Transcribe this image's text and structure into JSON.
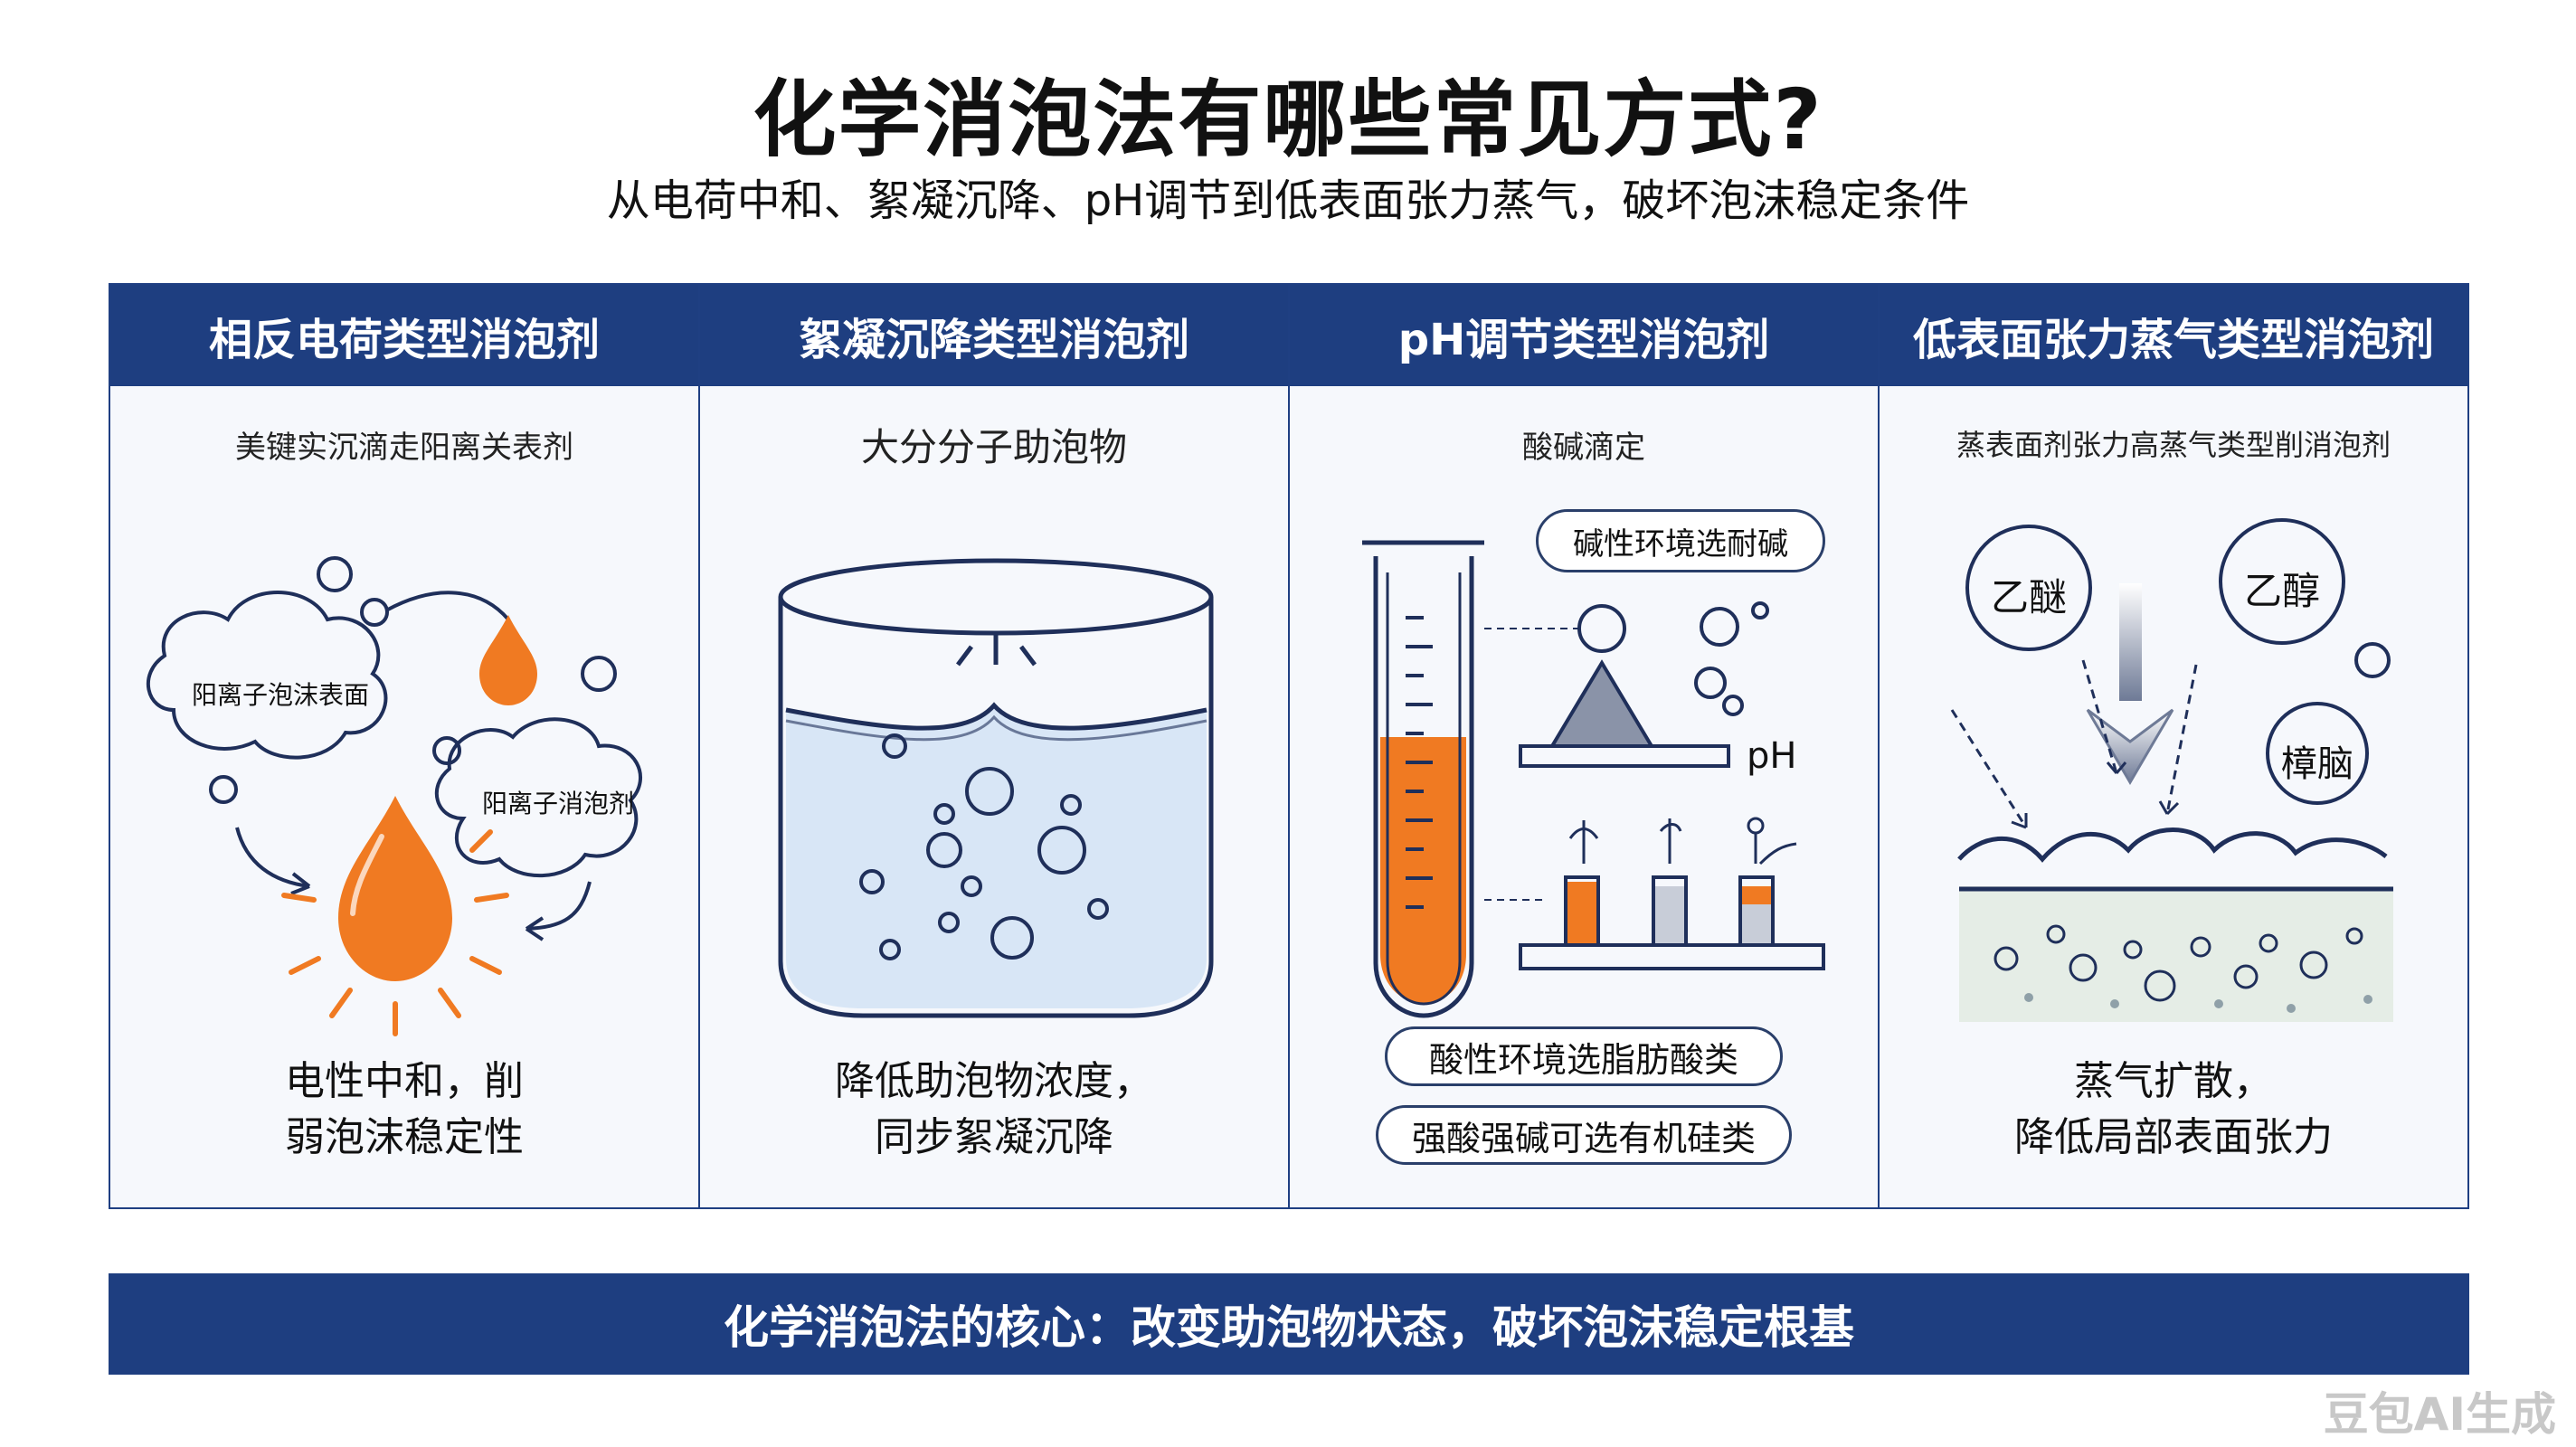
{
  "title": "化学消泡法有哪些常见方式?",
  "subtitle": "从电荷中和、絮凝沉降、pH调节到低表面张力蒸气，破坏泡沫稳定条件",
  "panels": [
    {
      "header": "相反电荷类型消泡剂",
      "sub": "美键实沉滴走阳离关表剂",
      "labels": [
        "阳离子泡沫表面",
        "阳离子消泡剂"
      ],
      "desc": [
        "电性中和，削",
        "弱泡沫稳定性"
      ]
    },
    {
      "header": "絮凝沉降类型消泡剂",
      "sub": "大分分子助泡物",
      "desc": [
        "降低助泡物浓度，",
        "同步絮凝沉降"
      ]
    },
    {
      "header": "pH调节类型消泡剂",
      "sub": "酸碱滴定",
      "pill_top": "碱性环境选耐碱",
      "ph_label": "pH",
      "pills": [
        "酸性环境选脂肪酸类",
        "强酸强碱可选有机硅类"
      ]
    },
    {
      "header": "低表面张力蒸气类型消泡剂",
      "sub": "蒸表面剂张力高蒸气类型削消泡剂",
      "circles": [
        "乙醚",
        "乙醇",
        "樟脑"
      ],
      "desc": [
        "蒸气扩散，",
        "降低局部表面张力"
      ]
    }
  ],
  "footer": "化学消泡法的核心：改变助泡物状态，破坏泡沫稳定根基",
  "watermark": "豆包AI生成",
  "colors": {
    "navy": "#1e3e80",
    "orange": "#f07a22",
    "water": "#d8e6f6",
    "line": "#1f2f5a"
  }
}
